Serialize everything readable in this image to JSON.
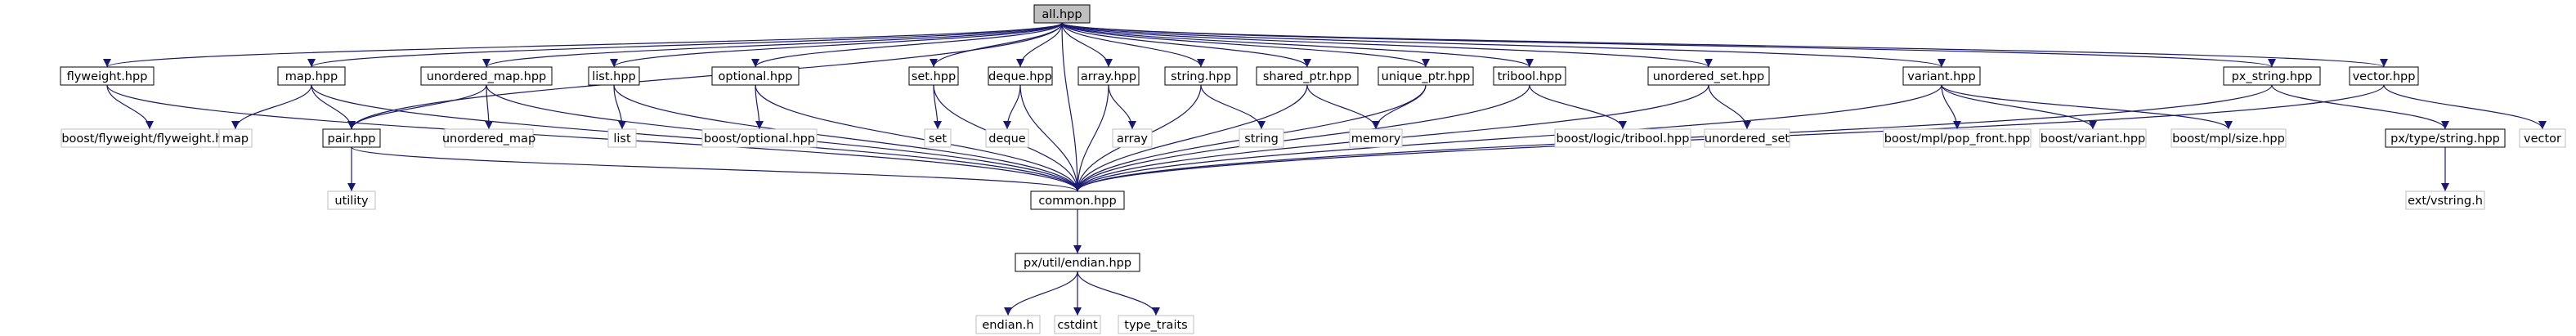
{
  "colors": {
    "edge": "#191970",
    "node_border_local": "#000000",
    "node_border_external": "#bfbfbf",
    "root_fill": "#bfbfbf",
    "node_fill": "#ffffff"
  },
  "nodes": {
    "all": "all.hpp",
    "flyweight": "flyweight.hpp",
    "boost_flyweight": "boost/flyweight/flyweight.hpp",
    "map": "map.hpp",
    "std_map": "map",
    "pair": "pair.hpp",
    "utility": "utility",
    "unordered_map": "unordered_map.hpp",
    "std_unordered_map": "unordered_map",
    "list": "list.hpp",
    "std_list": "list",
    "optional": "optional.hpp",
    "boost_optional": "boost/optional.hpp",
    "set": "set.hpp",
    "std_set": "set",
    "deque": "deque.hpp",
    "std_deque": "deque",
    "array": "array.hpp",
    "std_array": "array",
    "string": "string.hpp",
    "std_string": "string",
    "shared_ptr": "shared_ptr.hpp",
    "std_memory": "memory",
    "unique_ptr": "unique_ptr.hpp",
    "tribool": "tribool.hpp",
    "boost_tribool": "boost/logic/tribool.hpp",
    "unordered_set": "unordered_set.hpp",
    "std_unordered_set": "unordered_set",
    "variant": "variant.hpp",
    "mpl_pop_front": "boost/mpl/pop_front.hpp",
    "boost_variant": "boost/variant.hpp",
    "mpl_size": "boost/mpl/size.hpp",
    "px_string": "px_string.hpp",
    "px_type_string": "px/type/string.hpp",
    "ext_vstring": "ext/vstring.h",
    "vector": "vector.hpp",
    "std_vector": "vector",
    "common": "common.hpp",
    "endian": "px/util/endian.hpp",
    "endian_h": "endian.h",
    "cstdint": "cstdint",
    "type_traits": "type_traits"
  }
}
